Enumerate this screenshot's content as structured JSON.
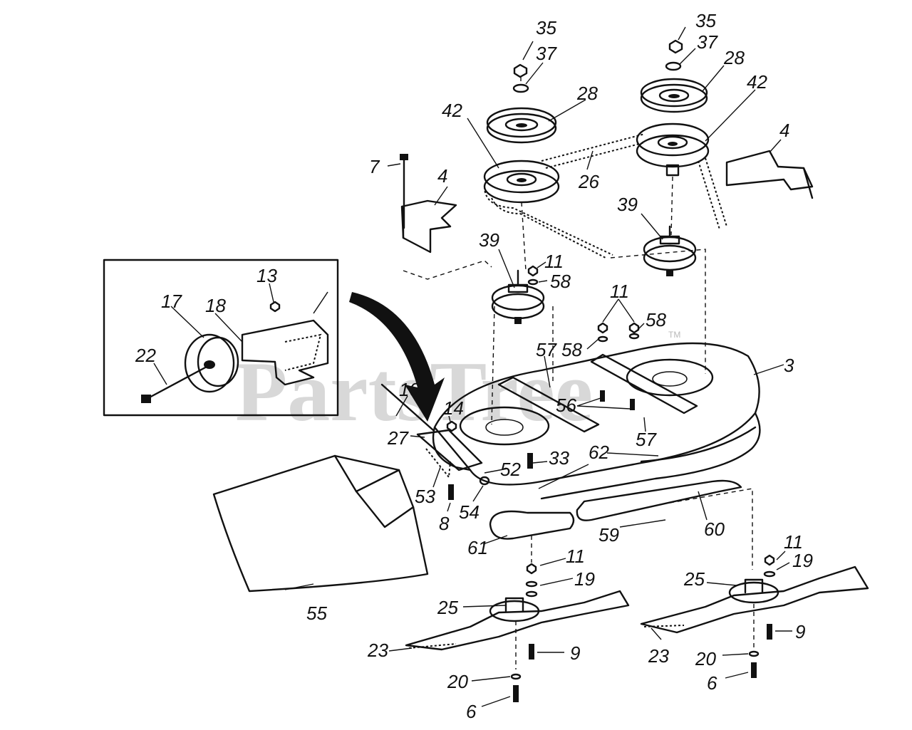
{
  "watermark": {
    "brand": "PartsTree",
    "trademark": "TM"
  },
  "callouts": [
    {
      "id": "c35a",
      "text": "35"
    },
    {
      "id": "c37a",
      "text": "37"
    },
    {
      "id": "c28a",
      "text": "28"
    },
    {
      "id": "c42a",
      "text": "42"
    },
    {
      "id": "c35b",
      "text": "35"
    },
    {
      "id": "c37b",
      "text": "37"
    },
    {
      "id": "c28b",
      "text": "28"
    },
    {
      "id": "c42b",
      "text": "42"
    },
    {
      "id": "c7",
      "text": "7"
    },
    {
      "id": "c4a",
      "text": "4"
    },
    {
      "id": "c26",
      "text": "26"
    },
    {
      "id": "c4b",
      "text": "4"
    },
    {
      "id": "c39a",
      "text": "39"
    },
    {
      "id": "c39b",
      "text": "39"
    },
    {
      "id": "c11a",
      "text": "11"
    },
    {
      "id": "c58a",
      "text": "58"
    },
    {
      "id": "c13",
      "text": "13"
    },
    {
      "id": "c17",
      "text": "17"
    },
    {
      "id": "c18",
      "text": "18"
    },
    {
      "id": "c22",
      "text": "22"
    },
    {
      "id": "c11b",
      "text": "11"
    },
    {
      "id": "c58b",
      "text": "58"
    },
    {
      "id": "c57a",
      "text": "57"
    },
    {
      "id": "c58c",
      "text": "58"
    },
    {
      "id": "c3",
      "text": "3"
    },
    {
      "id": "c10",
      "text": "10"
    },
    {
      "id": "c14",
      "text": "14"
    },
    {
      "id": "c56",
      "text": "56"
    },
    {
      "id": "c27",
      "text": "27"
    },
    {
      "id": "c57b",
      "text": "57"
    },
    {
      "id": "c33",
      "text": "33"
    },
    {
      "id": "c62",
      "text": "62"
    },
    {
      "id": "c52",
      "text": "52"
    },
    {
      "id": "c53",
      "text": "53"
    },
    {
      "id": "c8",
      "text": "8"
    },
    {
      "id": "c54",
      "text": "54"
    },
    {
      "id": "c59",
      "text": "59"
    },
    {
      "id": "c60",
      "text": "60"
    },
    {
      "id": "c61",
      "text": "61"
    },
    {
      "id": "c11c",
      "text": "11"
    },
    {
      "id": "c19a",
      "text": "19"
    },
    {
      "id": "c11d",
      "text": "11"
    },
    {
      "id": "c19b",
      "text": "19"
    },
    {
      "id": "c25a",
      "text": "25"
    },
    {
      "id": "c25b",
      "text": "25"
    },
    {
      "id": "c55",
      "text": "55"
    },
    {
      "id": "c9a",
      "text": "9"
    },
    {
      "id": "c23a",
      "text": "23"
    },
    {
      "id": "c9b",
      "text": "9"
    },
    {
      "id": "c23b",
      "text": "23"
    },
    {
      "id": "c20a",
      "text": "20"
    },
    {
      "id": "c20b",
      "text": "20"
    },
    {
      "id": "c6a",
      "text": "6"
    },
    {
      "id": "c6b",
      "text": "6"
    }
  ]
}
